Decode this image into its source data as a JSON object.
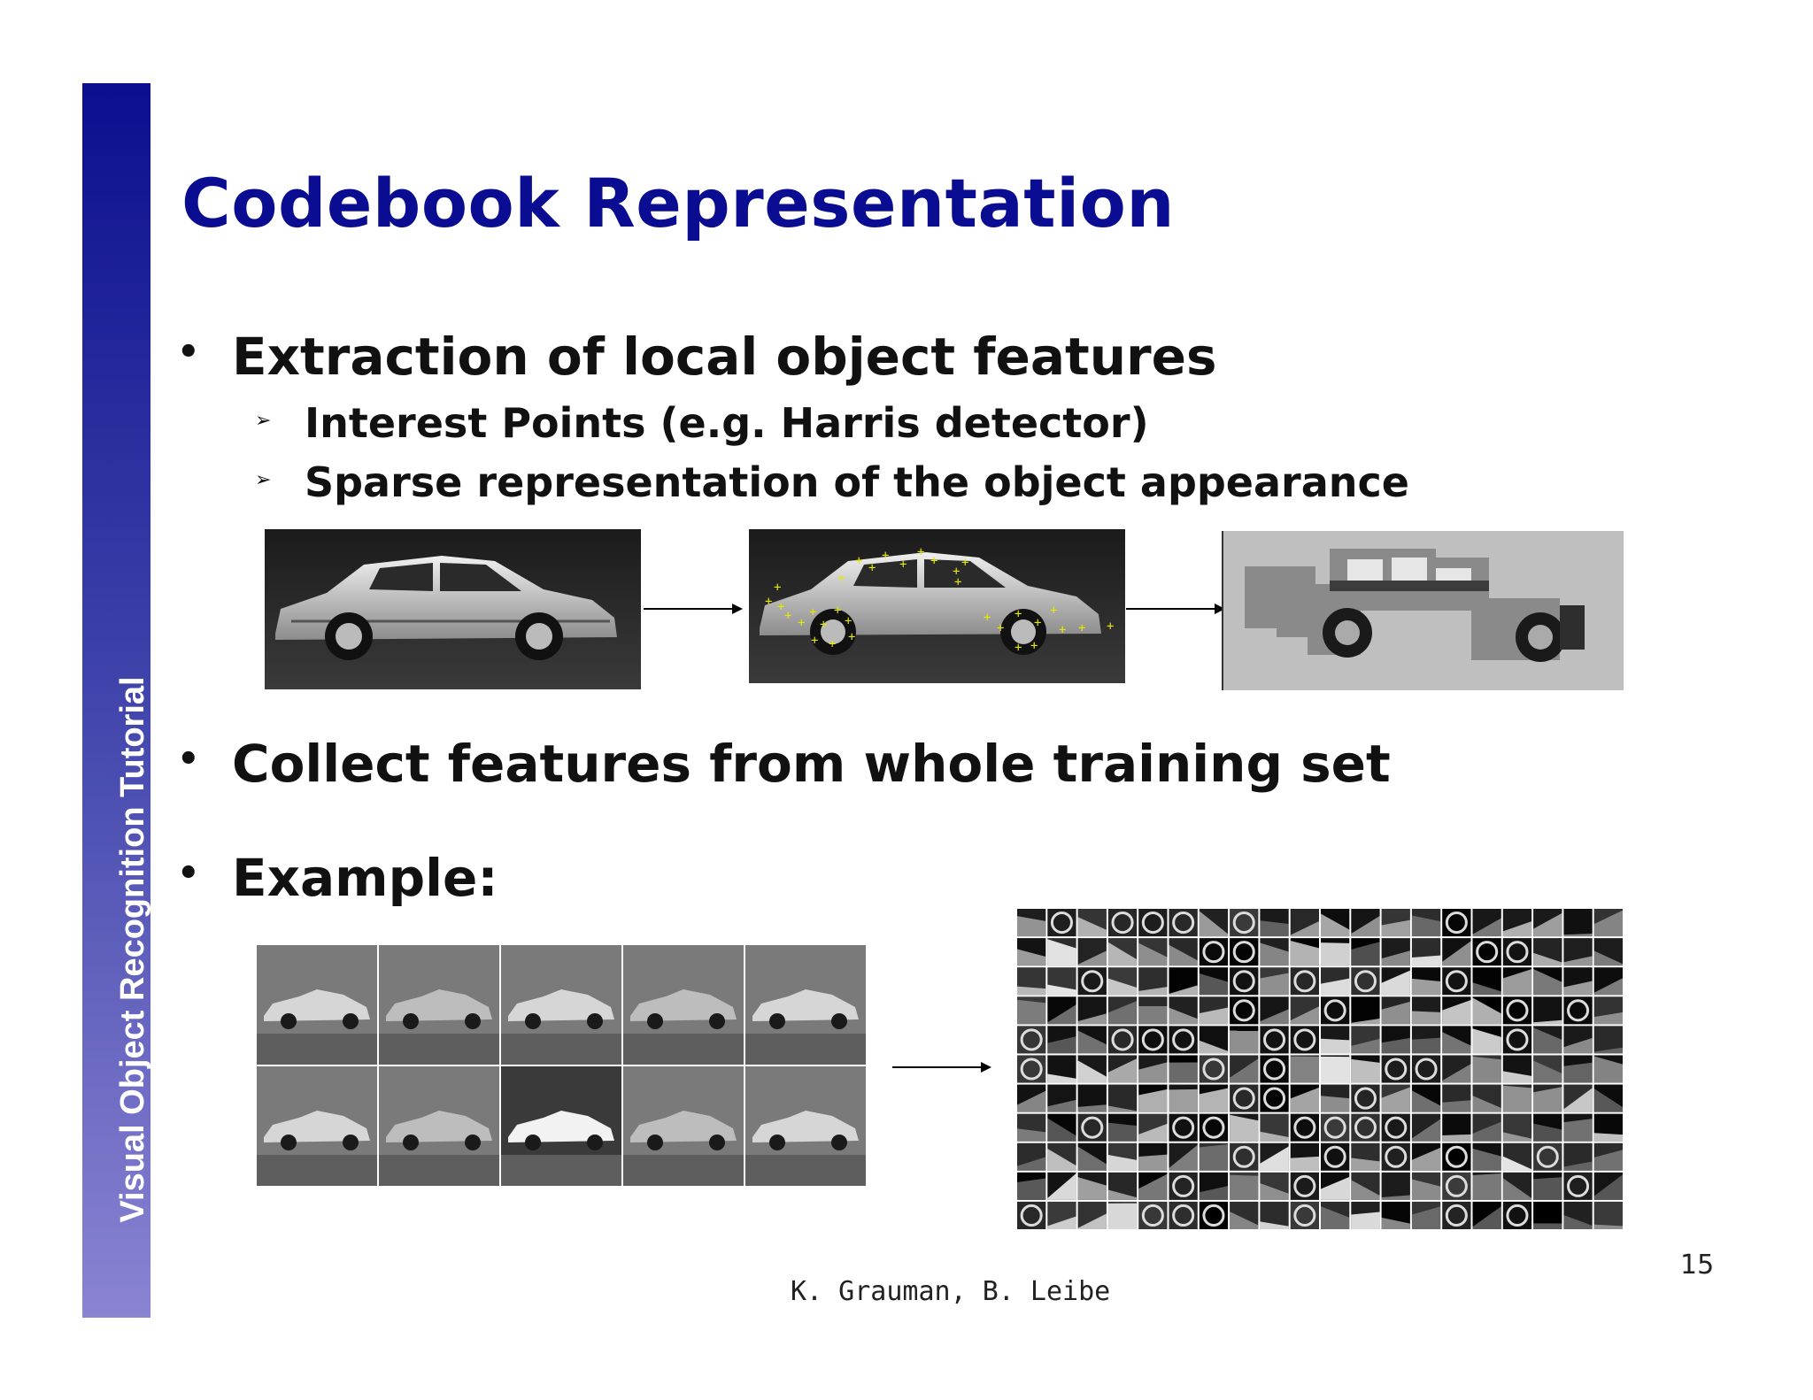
{
  "sidebar": {
    "label": "Visual Object Recognition Tutorial"
  },
  "slide": {
    "title": "Codebook Representation",
    "bullets": [
      {
        "text": "Extraction of local object features",
        "sub": [
          "Interest Points (e.g. Harris detector)",
          "Sparse representation of the object appearance"
        ]
      },
      {
        "text": "Collect features from whole training set"
      },
      {
        "text": "Example:"
      }
    ],
    "bullet_glyph": "•",
    "sub_glyph": "➢"
  },
  "images": {
    "original_car": "car-photo",
    "interest_points_car": "car-with-interest-points",
    "sparse_patches_car": "car-patch-reconstruction",
    "training_set": "training-car-grid",
    "codebook": "codebook-patch-grid"
  },
  "colors": {
    "title": "#0a0d91",
    "sidebar_top": "#0c0f8e",
    "sidebar_bottom": "#8a84d2",
    "interest_point": "#e8e800"
  },
  "footer": {
    "credit": "K. Grauman, B. Leibe",
    "page_number": "15"
  }
}
